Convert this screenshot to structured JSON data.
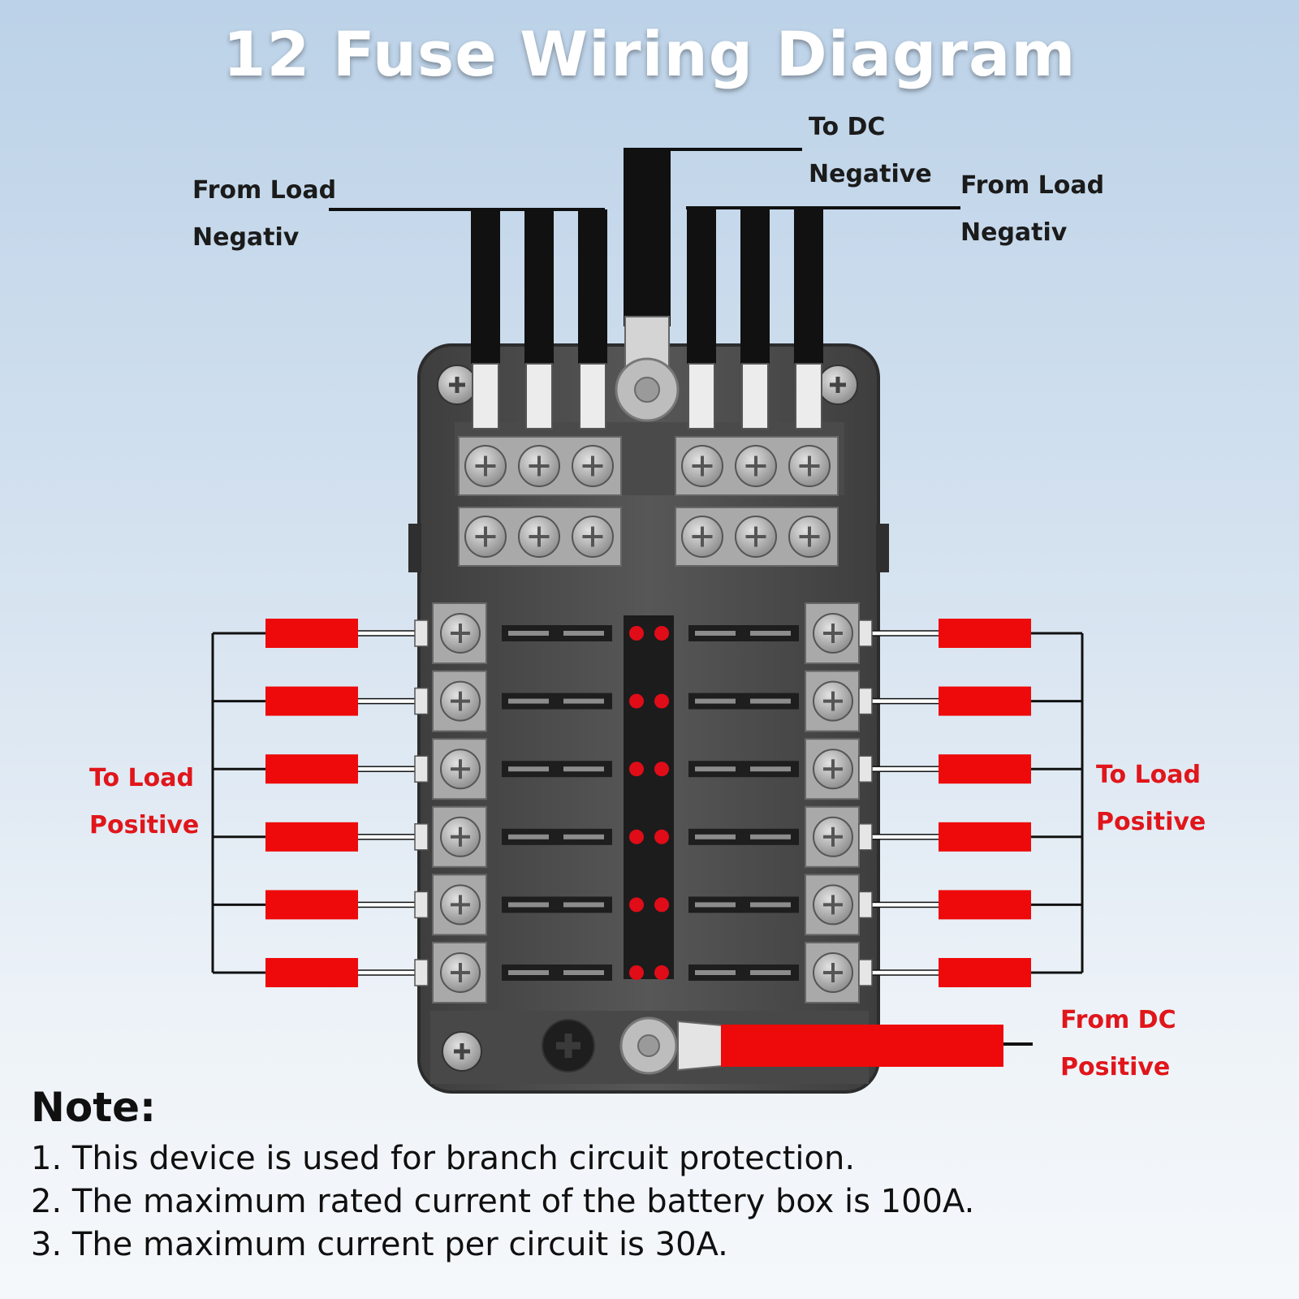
{
  "title": "12 Fuse Wiring Diagram",
  "labels": {
    "from_load_negative_left": [
      "From Load",
      "Negativ"
    ],
    "to_dc_negative": [
      "To DC",
      "Negative"
    ],
    "from_load_negative_right": [
      "From Load",
      "Negativ"
    ],
    "to_load_positive_left": [
      "To Load",
      "Positive"
    ],
    "to_load_positive_right": [
      "To Load",
      "Positive"
    ],
    "from_dc_positive": [
      "From DC",
      "Positive"
    ]
  },
  "fuse_count": 12,
  "colors": {
    "title_text": "#ffffff",
    "negative_label": "#1b1b1b",
    "positive_label": "#e0161b",
    "positive_wire": "#ee0a0a",
    "negative_wire": "#111111",
    "block_body": "#505050",
    "terminal": "#a9a9a9",
    "led": "#e00c18"
  },
  "notes": {
    "heading": "Note:",
    "items": [
      "1. This device is used for branch circuit protection.",
      "2. The maximum rated current of the battery box is 100A.",
      "3. The maximum current per circuit is 30A."
    ]
  }
}
